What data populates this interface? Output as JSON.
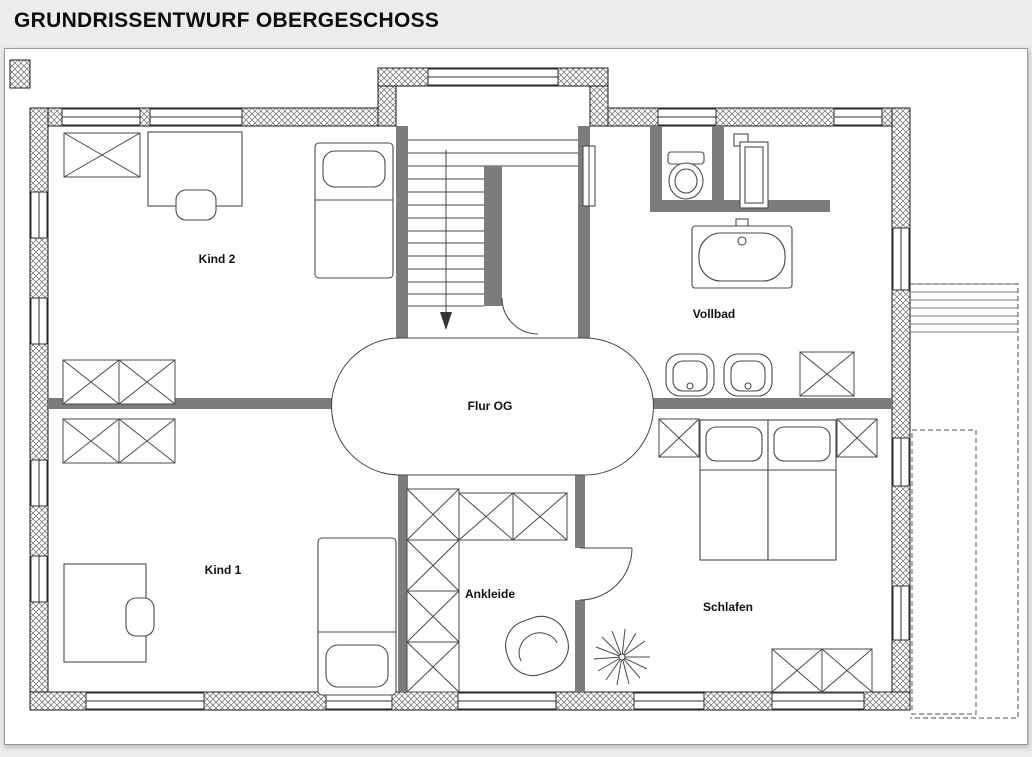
{
  "title": "GRUNDRISSENTWURF OBERGESCHOSS",
  "plan": {
    "labels": {
      "kind2": "Kind 2",
      "vollbad": "Vollbad",
      "flur_og": "Flur OG",
      "kind1": "Kind 1",
      "ankleide": "Ankleide",
      "schlafen": "Schlafen"
    }
  },
  "colors": {
    "page_background": "#ececec",
    "sheet_background": "#ffffff",
    "exterior_wall_hatch": "#6b6b6b",
    "interior_wall_fill": "#7c7c7c",
    "line": "#333333",
    "label_text": "#111111"
  }
}
